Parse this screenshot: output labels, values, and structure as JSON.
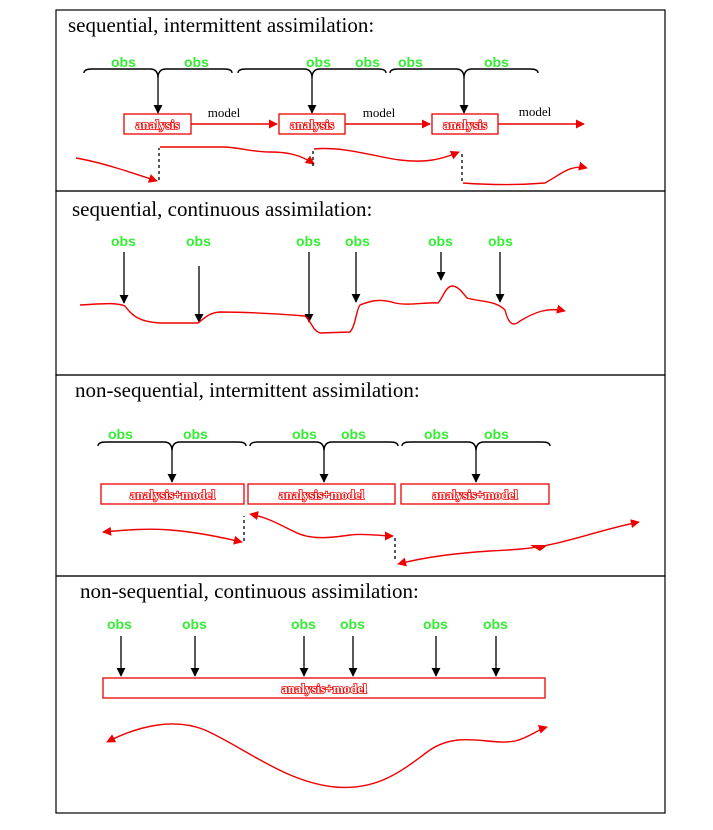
{
  "colors": {
    "obs": "#33ee33",
    "analysis": "#ee0000",
    "frame": "#000000"
  },
  "obs_label": "obs",
  "panels": [
    {
      "title": "sequential, intermittent assimilation:",
      "box_label": "analysis",
      "model_label": "model"
    },
    {
      "title": "sequential, continuous assimilation:"
    },
    {
      "title": "non-sequential, intermittent assimilation:",
      "box_label": "analysis+model"
    },
    {
      "title": "non-sequential, continuous assimilation:",
      "box_label": "analysis+model"
    }
  ]
}
